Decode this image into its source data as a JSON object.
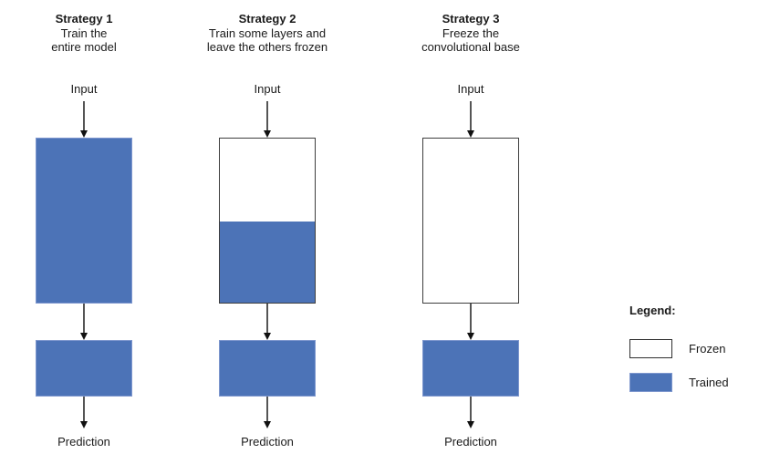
{
  "diagram": {
    "strategies": [
      {
        "title": "Strategy 1",
        "subtitle_line1": "Train the",
        "subtitle_line2": "entire model",
        "input_label": "Input",
        "prediction_label": "Prediction",
        "trained_fraction": "100%"
      },
      {
        "title": "Strategy 2",
        "subtitle_line1": "Train some layers and",
        "subtitle_line2": "leave the others frozen",
        "input_label": "Input",
        "prediction_label": "Prediction",
        "trained_fraction": "49.5%"
      },
      {
        "title": "Strategy 3",
        "subtitle_line1": "Freeze the",
        "subtitle_line2": "convolutional base",
        "input_label": "Input",
        "prediction_label": "Prediction",
        "trained_fraction": "0%"
      }
    ],
    "legend": {
      "title": "Legend:",
      "items": [
        {
          "label": "Frozen",
          "fill": "#ffffff"
        },
        {
          "label": "Trained",
          "fill": "#4c73b7"
        }
      ]
    },
    "colors": {
      "trained_blue": "#4c73b7",
      "frozen_white": "#ffffff",
      "outline_dark": "#3d3d3d"
    }
  }
}
